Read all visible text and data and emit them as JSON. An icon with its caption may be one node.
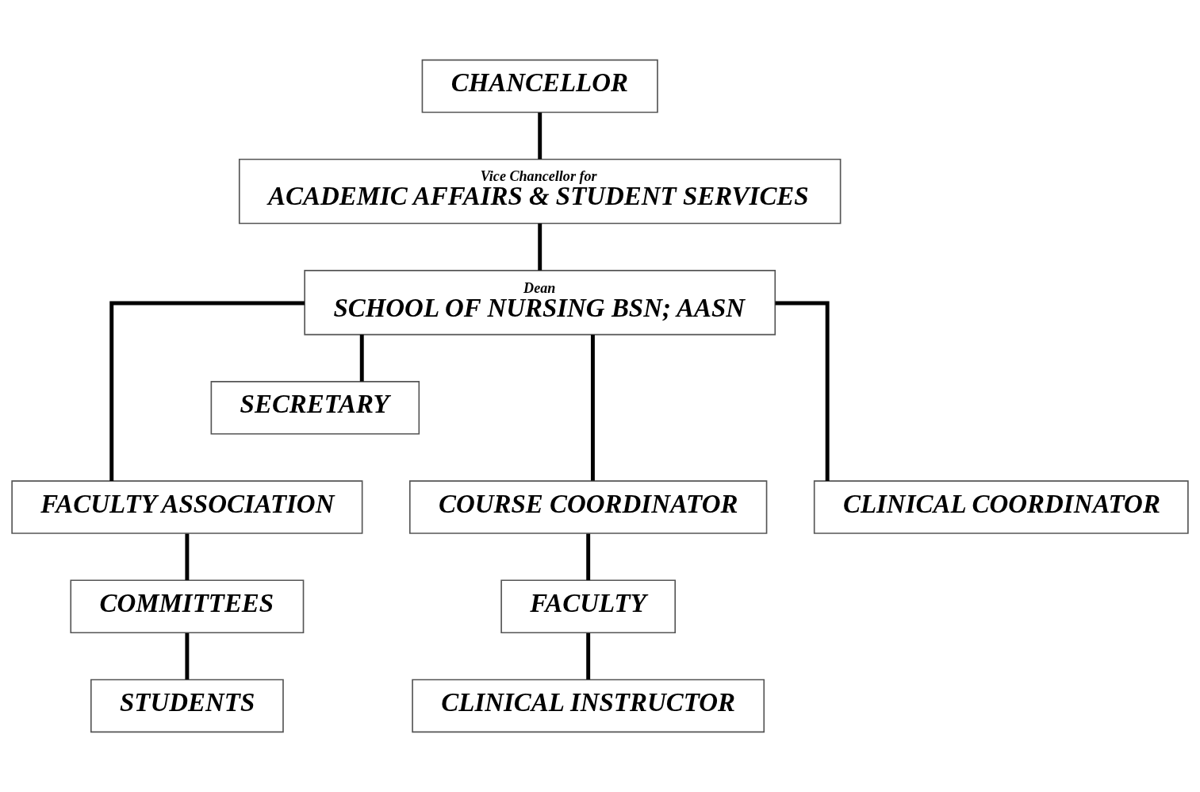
{
  "diagram": {
    "nodes": [
      {
        "text": [
          "CHANCELLOR"
        ]
      },
      {
        "text": [
          "Vice Chancellor for",
          "ACADEMIC AFFAIRS & STUDENT SERVICES"
        ]
      },
      {
        "text": [
          "Dean",
          "SCHOOL OF NURSING BSN; AASN"
        ]
      },
      {
        "text": [
          "SECRETARY"
        ]
      },
      {
        "text": [
          "FACULTY ASSOCIATION"
        ]
      },
      {
        "text": [
          "COURSE COORDINATOR"
        ]
      },
      {
        "text": [
          "CLINICAL COORDINATOR"
        ]
      },
      {
        "text": [
          "COMMITTEES"
        ]
      },
      {
        "text": [
          "FACULTY"
        ]
      },
      {
        "text": [
          "STUDENTS"
        ]
      },
      {
        "text": [
          "CLINICAL INSTRUCTOR"
        ]
      }
    ],
    "edges": [
      {
        "from": 0,
        "to": 1,
        "arrow": "none"
      },
      {
        "from": 1,
        "to": 2,
        "arrow": "none"
      },
      {
        "from": 2,
        "to": 3,
        "arrow": "none"
      },
      {
        "from": 2,
        "to": 4,
        "arrow": "none"
      },
      {
        "from": 2,
        "to": 5,
        "arrow": "none"
      },
      {
        "from": 2,
        "to": 6,
        "arrow": "none"
      },
      {
        "from": 4,
        "to": 7,
        "arrow": "none"
      },
      {
        "from": 5,
        "to": 8,
        "arrow": "none"
      },
      {
        "from": 7,
        "to": 9,
        "arrow": "none"
      },
      {
        "from": 8,
        "to": 10,
        "arrow": "none"
      }
    ]
  }
}
